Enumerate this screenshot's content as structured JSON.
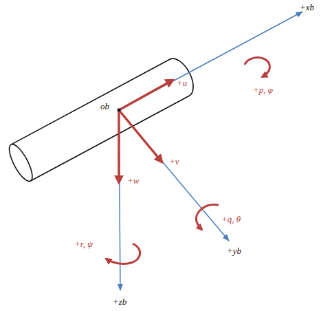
{
  "diagram": {
    "labels": [
      "+xb",
      "+p, φ",
      "+u",
      "ob",
      "+v",
      "+w",
      "+q, θ",
      "+yb",
      "+r, ψ",
      "+zb"
    ]
  }
}
